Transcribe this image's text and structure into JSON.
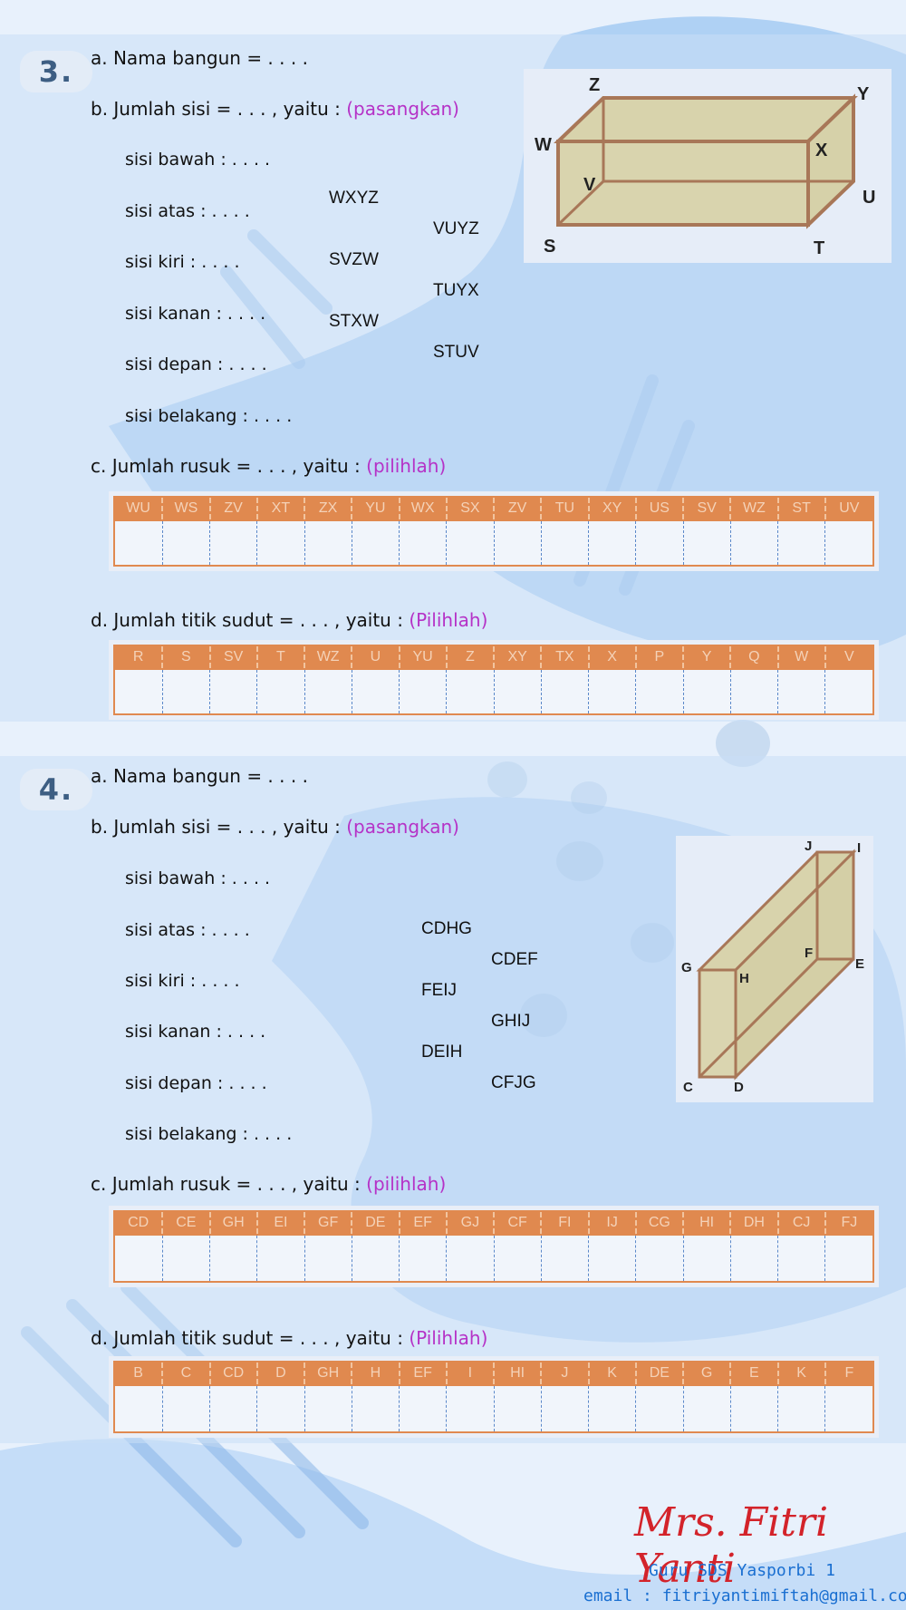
{
  "q3": {
    "number": "3.",
    "a": "a. Nama bangun = . . . .",
    "b_prefix": "b. Jumlah sisi =  . . .  , yaitu : ",
    "b_hint": "(pasangkan)",
    "sisi": [
      "sisi bawah : . . . .",
      "sisi atas : . . . .",
      "sisi kiri : . . . .",
      "sisi kanan : . . . .",
      "sisi depan : . . . .",
      "sisi belakang : . . . ."
    ],
    "options_left": [
      "WXYZ",
      "SVZW",
      "STXW"
    ],
    "options_right": [
      "VUYZ",
      "TUYX",
      "STUV"
    ],
    "c_prefix": "c. Jumlah rusuk = . . . , yaitu : ",
    "c_hint": "(pilihlah)",
    "rusuk": [
      "WU",
      "WS",
      "ZV",
      "XT",
      "ZX",
      "YU",
      "WX",
      "SX",
      "ZV",
      "TU",
      "XY",
      "US",
      "SV",
      "WZ",
      "ST",
      "UV"
    ],
    "d_prefix": "d. Jumlah titik sudut = . . . , yaitu : ",
    "d_hint": "(Pilihlah)",
    "sudut": [
      "R",
      "S",
      "SV",
      "T",
      "WZ",
      "U",
      "YU",
      "Z",
      "XY",
      "TX",
      "X",
      "P",
      "Y",
      "Q",
      "W",
      "V"
    ],
    "vertices": {
      "Z": "Z",
      "Y": "Y",
      "W": "W",
      "X": "X",
      "V": "V",
      "U": "U",
      "S": "S",
      "T": "T"
    }
  },
  "q4": {
    "number": "4.",
    "a": "a. Nama bangun = . . . .",
    "b_prefix": "b. Jumlah sisi =  . . .  , yaitu : ",
    "b_hint": "(pasangkan)",
    "sisi": [
      "sisi bawah : . . . .",
      "sisi atas : . . . .",
      "sisi kiri : . . . .",
      "sisi kanan : . . . .",
      "sisi depan : . . . .",
      "sisi belakang : . . . ."
    ],
    "options_left": [
      "CDHG",
      "FEIJ",
      "DEIH"
    ],
    "options_right": [
      "CDEF",
      "GHIJ",
      "CFJG"
    ],
    "c_prefix": "c. Jumlah rusuk = . . . , yaitu : ",
    "c_hint": "(pilihlah)",
    "rusuk": [
      "CD",
      "CE",
      "GH",
      "EI",
      "GF",
      "DE",
      "EF",
      "GJ",
      "CF",
      "FI",
      "IJ",
      "CG",
      "HI",
      "DH",
      "CJ",
      "FJ"
    ],
    "d_prefix": "d. Jumlah titik sudut = . . . , yaitu : ",
    "d_hint": "(Pilihlah)",
    "sudut": [
      "B",
      "C",
      "CD",
      "D",
      "GH",
      "H",
      "EF",
      "I",
      "HI",
      "J",
      "K",
      "DE",
      "G",
      "E",
      "K",
      "F"
    ],
    "vertices": {
      "J": "J",
      "I": "I",
      "G": "G",
      "H": "H",
      "F": "F",
      "E": "E",
      "C": "C",
      "D": "D"
    }
  },
  "footer": {
    "signature": "Mrs. Fitri Yanti",
    "role": "Guru SDS Yasporbi 1",
    "email": "email : fitriyantimiftah@gmail.com"
  },
  "colors": {
    "accent": "#b532c7",
    "table_header": "#e0894f",
    "number_badge": "#3d5e83",
    "footer_text": "#1a6fd1"
  }
}
